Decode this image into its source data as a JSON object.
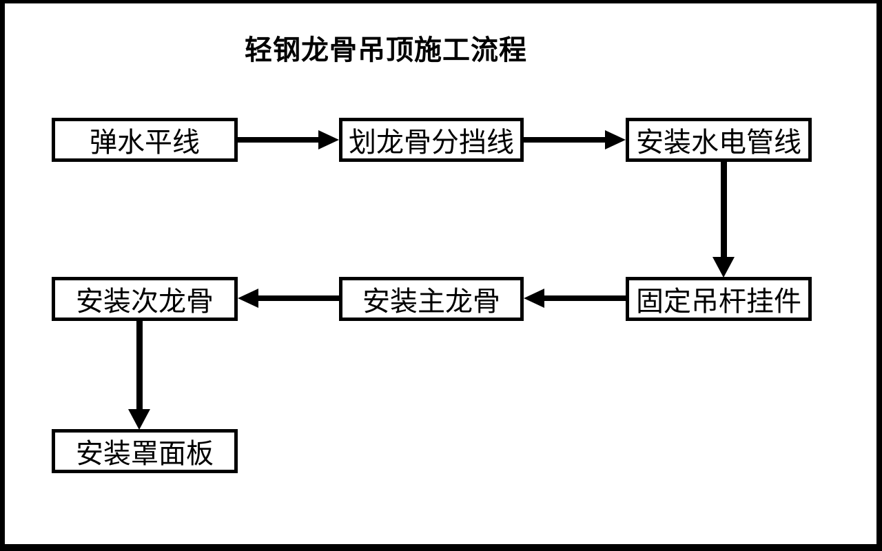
{
  "title": "轻钢龙骨吊顶施工流程",
  "colors": {
    "ink": "#000000",
    "background": "#ffffff"
  },
  "flowchart": {
    "nodes": [
      {
        "label": "弹水平线"
      },
      {
        "label": "划龙骨分挡线"
      },
      {
        "label": "安装水电管线"
      },
      {
        "label": "固定吊杆挂件"
      },
      {
        "label": "安装主龙骨"
      },
      {
        "label": "安装次龙骨"
      },
      {
        "label": "安装罩面板"
      }
    ],
    "edges": [
      {
        "from": "弹水平线",
        "to": "划龙骨分挡线",
        "direction": "right"
      },
      {
        "from": "划龙骨分挡线",
        "to": "安装水电管线",
        "direction": "right"
      },
      {
        "from": "安装水电管线",
        "to": "固定吊杆挂件",
        "direction": "down"
      },
      {
        "from": "固定吊杆挂件",
        "to": "安装主龙骨",
        "direction": "left"
      },
      {
        "from": "安装主龙骨",
        "to": "安装次龙骨",
        "direction": "left"
      },
      {
        "from": "安装次龙骨",
        "to": "安装罩面板",
        "direction": "down"
      }
    ]
  }
}
